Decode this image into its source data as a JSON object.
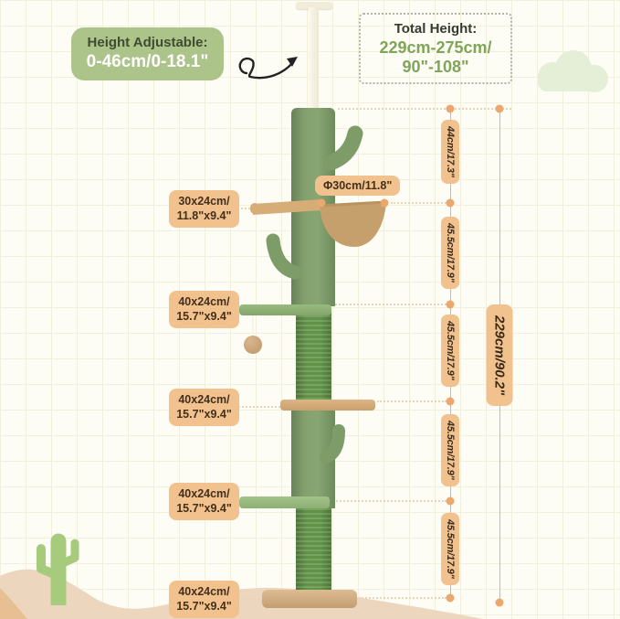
{
  "badges": {
    "adjustable": {
      "title": "Height Adjustable:",
      "value": "0-46cm/0-18.1\""
    },
    "total": {
      "title": "Total Height:",
      "value1": "229cm-275cm/",
      "value2": "90\"-108\""
    }
  },
  "labels": {
    "hammock": "Φ30cm/11.8\"",
    "platforms": [
      {
        "cm": "30x24cm/",
        "inch": "11.8\"x9.4\""
      },
      {
        "cm": "40x24cm/",
        "inch": "15.7\"x9.4\""
      },
      {
        "cm": "40x24cm/",
        "inch": "15.7\"x9.4\""
      },
      {
        "cm": "40x24cm/",
        "inch": "15.7\"x9.4\""
      },
      {
        "cm": "40x24cm/",
        "inch": "15.7\"x9.4\""
      }
    ],
    "segments": [
      "44cm/17.3\"",
      "45.5cm/17.9\"",
      "45.5cm/17.9\"",
      "45.5cm/17.9\"",
      "45.5cm/17.9\""
    ],
    "total_height": "229cm/90.2\""
  },
  "colors": {
    "label_bg": "#F2C28E",
    "badge_green": "#ACC489",
    "text_green": "#7FA559",
    "dim_line": "#D9B68F",
    "dim_dot": "#ECA76C",
    "cactus_post": "#81A06C",
    "sisal_post": "#689A4F",
    "dune": "#ECD7BE"
  }
}
